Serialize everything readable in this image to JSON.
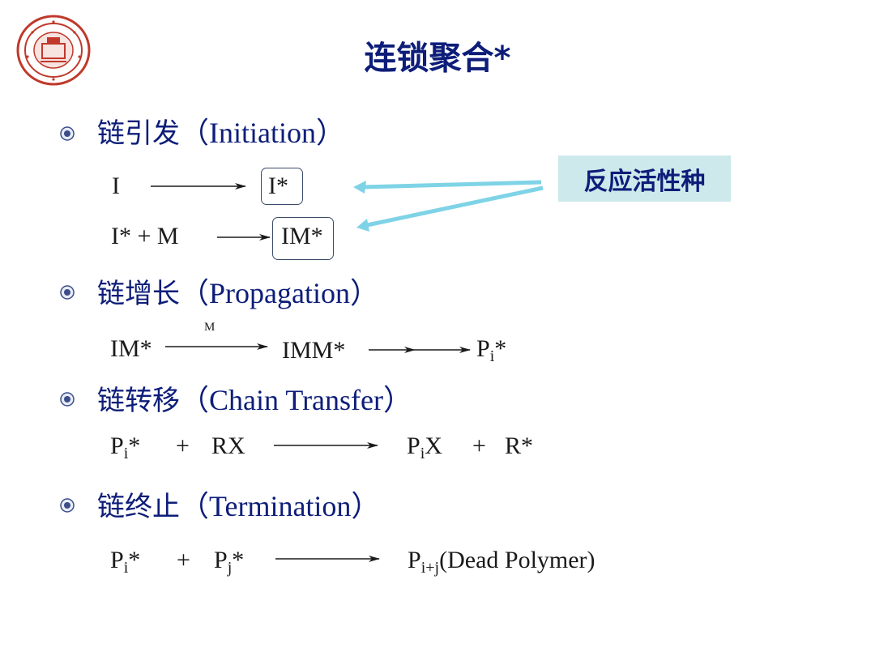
{
  "title": "连锁聚合*",
  "logo": {
    "icon": "university-seal-icon",
    "color": "#c0392b"
  },
  "callout": {
    "label": "反应活性种",
    "bg": "#cde9ec"
  },
  "sections": [
    {
      "zh": "链引发",
      "en": "（Initiation）",
      "equations": [
        {
          "lhs": "I",
          "rhs": "I*"
        },
        {
          "lhs": "I* + M",
          "rhs": "IM*"
        }
      ]
    },
    {
      "zh": "链增长",
      "en": "（Propagation）",
      "equation": {
        "a": "IM*",
        "arrow_label": "M",
        "b": "IMM*",
        "c_base": "P",
        "c_sub": "i",
        "c_tail": "*"
      }
    },
    {
      "zh": "链转移",
      "en": "（Chain Transfer）",
      "equation": {
        "l1_base": "P",
        "l1_sub": "i",
        "l1_tail": "*",
        "plus": "+",
        "l2": "RX",
        "r1_base": "P",
        "r1_sub": "i",
        "r1_tail": "X",
        "r2": "R*"
      }
    },
    {
      "zh": "链终止",
      "en": "（Termination）",
      "equation": {
        "l1_base": "P",
        "l1_sub": "i",
        "l1_tail": "*",
        "plus": "+",
        "l2_base": "P",
        "l2_sub": "j",
        "l2_tail": "*",
        "r_base": "P",
        "r_sub": "i+j",
        "r_tail": "(Dead Polymer)"
      }
    }
  ],
  "colors": {
    "heading": "#0d1d79",
    "arrow": "#7fd3e6",
    "bullet": "#3b4e8a"
  }
}
